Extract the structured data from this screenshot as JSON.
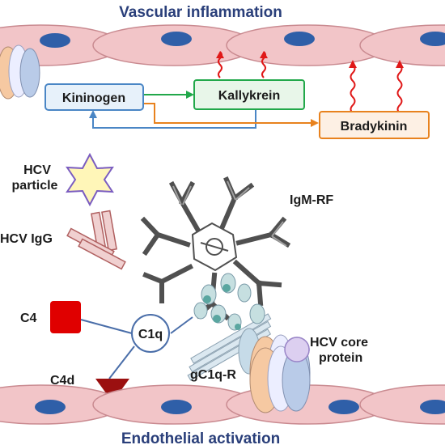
{
  "top_title": "Vascular inflammation",
  "bottom_title": "Endothelial activation",
  "boxes": {
    "kininogen": "Kininogen",
    "kallykrein": "Kallykrein",
    "bradykinin": "Bradykinin"
  },
  "labels": {
    "hcv_particle_line1": "HCV",
    "hcv_particle_line2": "particle",
    "hcv_igg": "HCV IgG",
    "igm_rf": "IgM-RF",
    "c4": "C4",
    "c1q": "C1q",
    "c4d": "C4d",
    "gc1q_r": "gC1q-R",
    "hcv_core_line1": "HCV core",
    "hcv_core_line2": "protein"
  },
  "colors": {
    "title": "#2a3f7a",
    "cell_fill": "#f2c5c8",
    "cell_stroke": "#c98a90",
    "nucleus": "#2f5fa8",
    "arrow_green": "#22a84a",
    "arrow_orange": "#e8821e",
    "arrow_blue": "#4a86c5",
    "wavy_red": "#e01818",
    "c4_red": "#e00000",
    "c4d_darkred": "#9b1010",
    "igm_gray": "#505050",
    "link_blue": "#4a6ea9"
  },
  "icons": [
    "star-icon",
    "y-antibody-icon",
    "pentamer-antibody-icon",
    "square-icon",
    "triangle-icon",
    "c1q-circle-icon",
    "receptor-icon"
  ]
}
